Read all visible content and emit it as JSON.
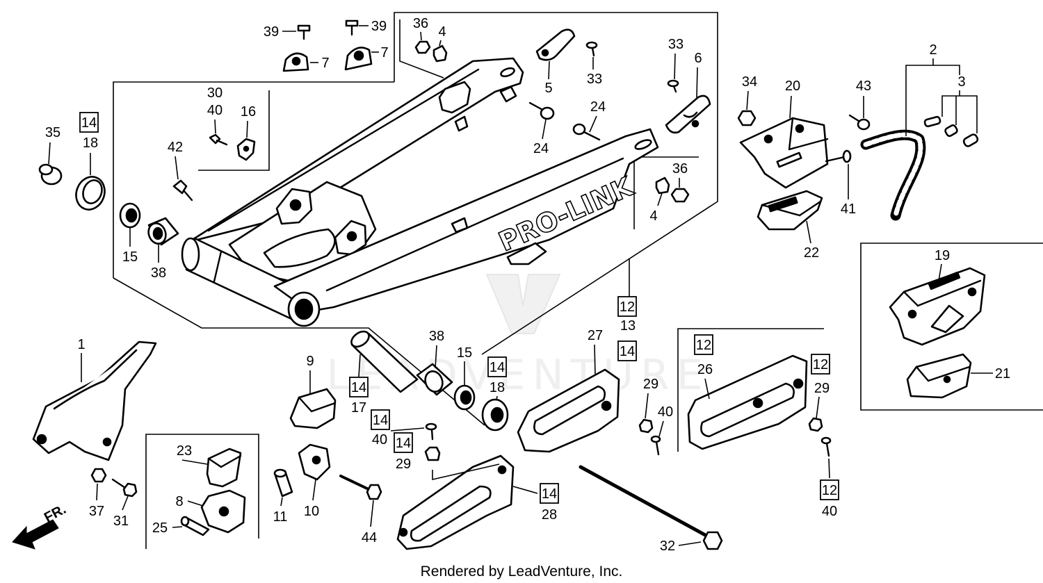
{
  "watermark": {
    "text": "LEADVENTURE"
  },
  "diagram": {
    "swingarm_logo": "PRO-LINK",
    "direction_label": "FR.",
    "ref_numbers": [
      "39",
      "39",
      "7",
      "7",
      "36",
      "4",
      "5",
      "33",
      "33",
      "6",
      "30",
      "40",
      "16",
      "42",
      "24",
      "24",
      "18",
      "35",
      "15",
      "38",
      "36",
      "4",
      "34",
      "20",
      "43",
      "2",
      "3",
      "41",
      "22",
      "19",
      "21",
      "13",
      "27",
      "1",
      "9",
      "38",
      "15",
      "17",
      "18",
      "40",
      "29",
      "26",
      "29",
      "29",
      "40",
      "23",
      "8",
      "37",
      "31",
      "25",
      "11",
      "10",
      "44",
      "28",
      "40",
      "32"
    ],
    "boxed_ref_numbers": [
      "14",
      "12",
      "14",
      "14",
      "14",
      "14",
      "14",
      "12",
      "12",
      "14",
      "12"
    ]
  },
  "footer": {
    "credit": "Rendered by LeadVenture, Inc."
  }
}
